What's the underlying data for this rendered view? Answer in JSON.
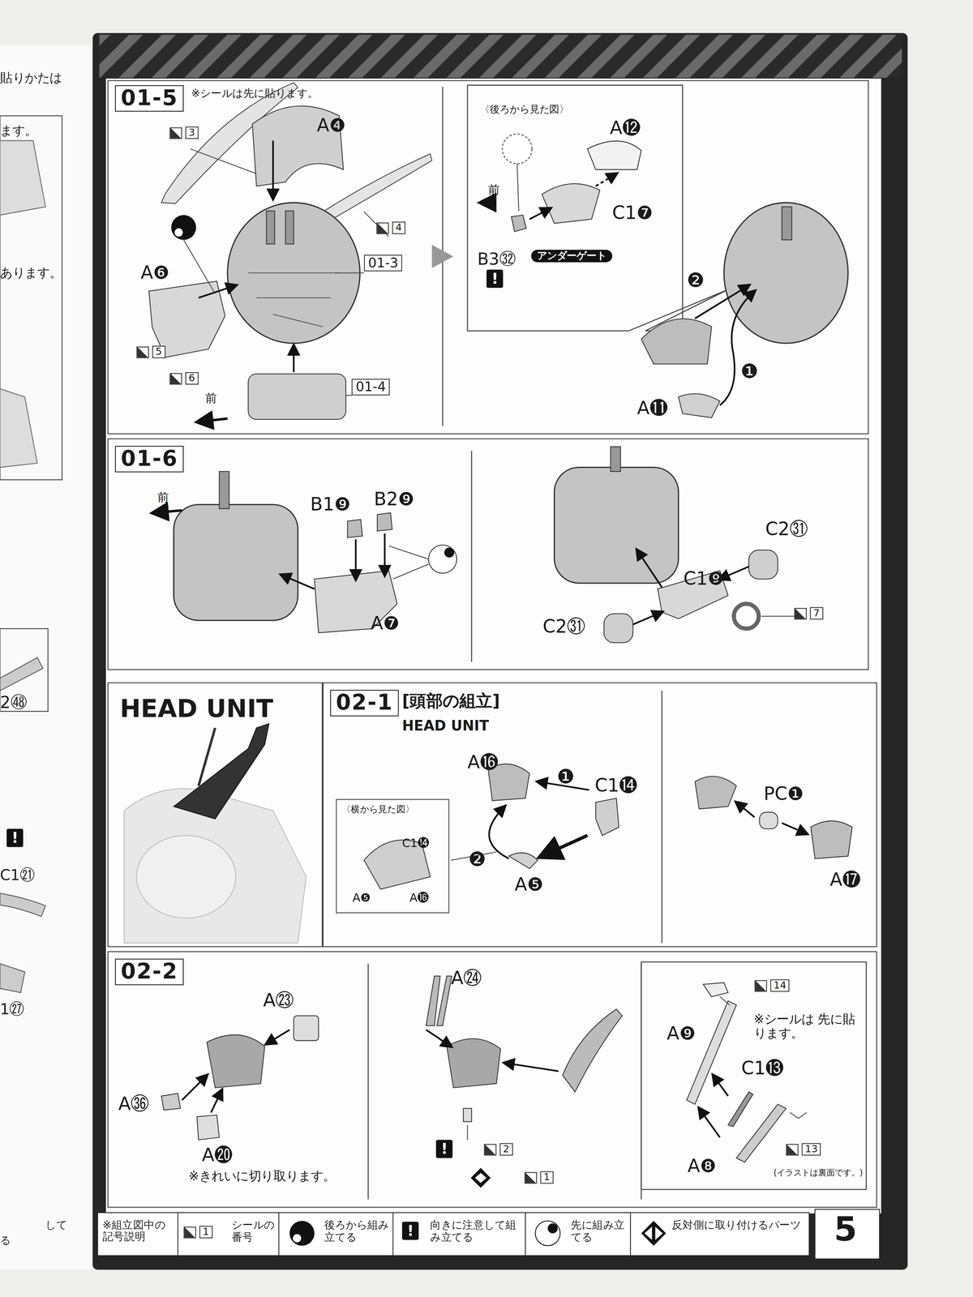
{
  "diagram": {
    "nodes": [
      {
        "text": [
          "01-5",
          "※シールは先に貼ります。"
        ]
      },
      {
        "text": [
          "〈後ろから見た図〉"
        ],
        "in": 0
      },
      {
        "text": [
          "01-6"
        ]
      },
      {
        "text": [
          "HEAD UNIT"
        ]
      },
      {
        "text": [
          "02-1",
          "[頭部の組立]",
          "HEAD UNIT"
        ]
      },
      {
        "text": [
          "〈横から見た図〉"
        ],
        "in": 4
      },
      {
        "text": [
          "02-2"
        ]
      },
      {
        "text": [
          "※シールは 先に貼ります。"
        ],
        "in": 6
      }
    ],
    "labels": [
      "貼りかたは",
      "ます。",
      "あります。",
      "2㊽",
      "!",
      "C1㉑",
      "1㉗",
      "して",
      "る",
      "3",
      "A❹",
      "4",
      "A❻",
      "01-3",
      "5",
      "6",
      "01-4",
      "前",
      "A⓬",
      "前",
      "C1❼",
      "B3㉜",
      "アンダーゲート",
      "!",
      "❷",
      "❶",
      "A⓫",
      "前",
      "B1❾",
      "B2❾",
      "A❼",
      "C2㉛",
      "C1❾",
      "C2㉛",
      "7",
      "A⓰",
      "❶",
      "C1⓮",
      "❷",
      "A❺",
      "PC❶",
      "A⓱",
      "C1⓮",
      "A❺",
      "A⓰",
      "A㉓",
      "A㊱",
      "A⓴",
      "※きれいに切り取ります。",
      "A㉔",
      "!",
      "2",
      "1",
      "14",
      "A❾",
      "C1⓭",
      "A❽",
      "13",
      "(イラストは裏面です。)",
      "※組立図中の 記号説明",
      "1",
      "5",
      "!"
    ],
    "legend": [
      {
        "text": "シールの番号"
      },
      {
        "text": "後ろから組み立てる"
      },
      {
        "text": "向きに注意して組み立てる"
      },
      {
        "text": "先に組み立てる"
      },
      {
        "text": "反対側に取り付けるパーツ"
      }
    ]
  }
}
